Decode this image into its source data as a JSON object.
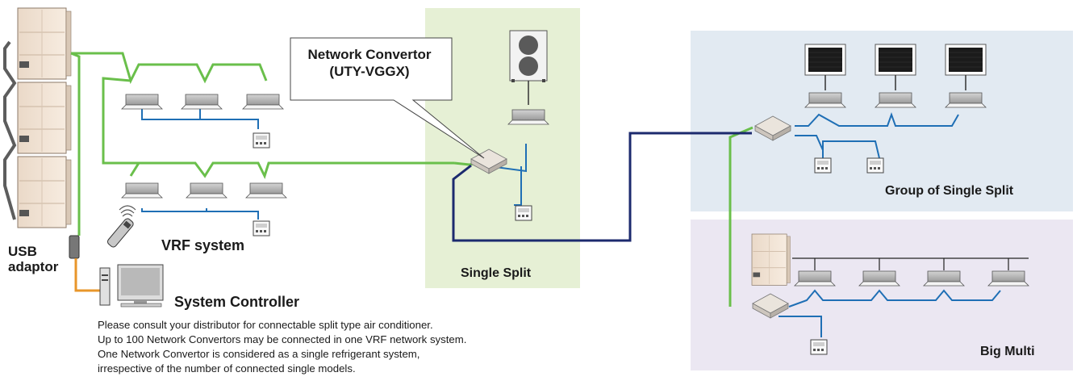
{
  "labels": {
    "usb_adaptor_line1": "USB",
    "usb_adaptor_line2": "adaptor",
    "vrf_system": "VRF system",
    "system_controller": "System Controller",
    "single_split": "Single Split",
    "group_single_split": "Group of Single Split",
    "big_multi": "Big Multi",
    "network_convertor_line1": "Network Convertor",
    "network_convertor_line2": "(UTY-VGGX)"
  },
  "notes": [
    "Please consult your distributor for connectable split type air conditioner.",
    "Up to 100 Network Convertors may be connected in one VRF network system.",
    "One Network Convertor is considered as a single refrigerant system,",
    "irrespective of the number of connected single models."
  ],
  "colors": {
    "network_green": "#6abf4b",
    "remote_blue": "#1f6fb5",
    "trunk_navy": "#1c2a6e",
    "usb_orange": "#e8962a",
    "single_split_bg": "#e6f0d5",
    "group_bg": "#e2eaf2",
    "big_multi_bg": "#ebe7f2"
  }
}
